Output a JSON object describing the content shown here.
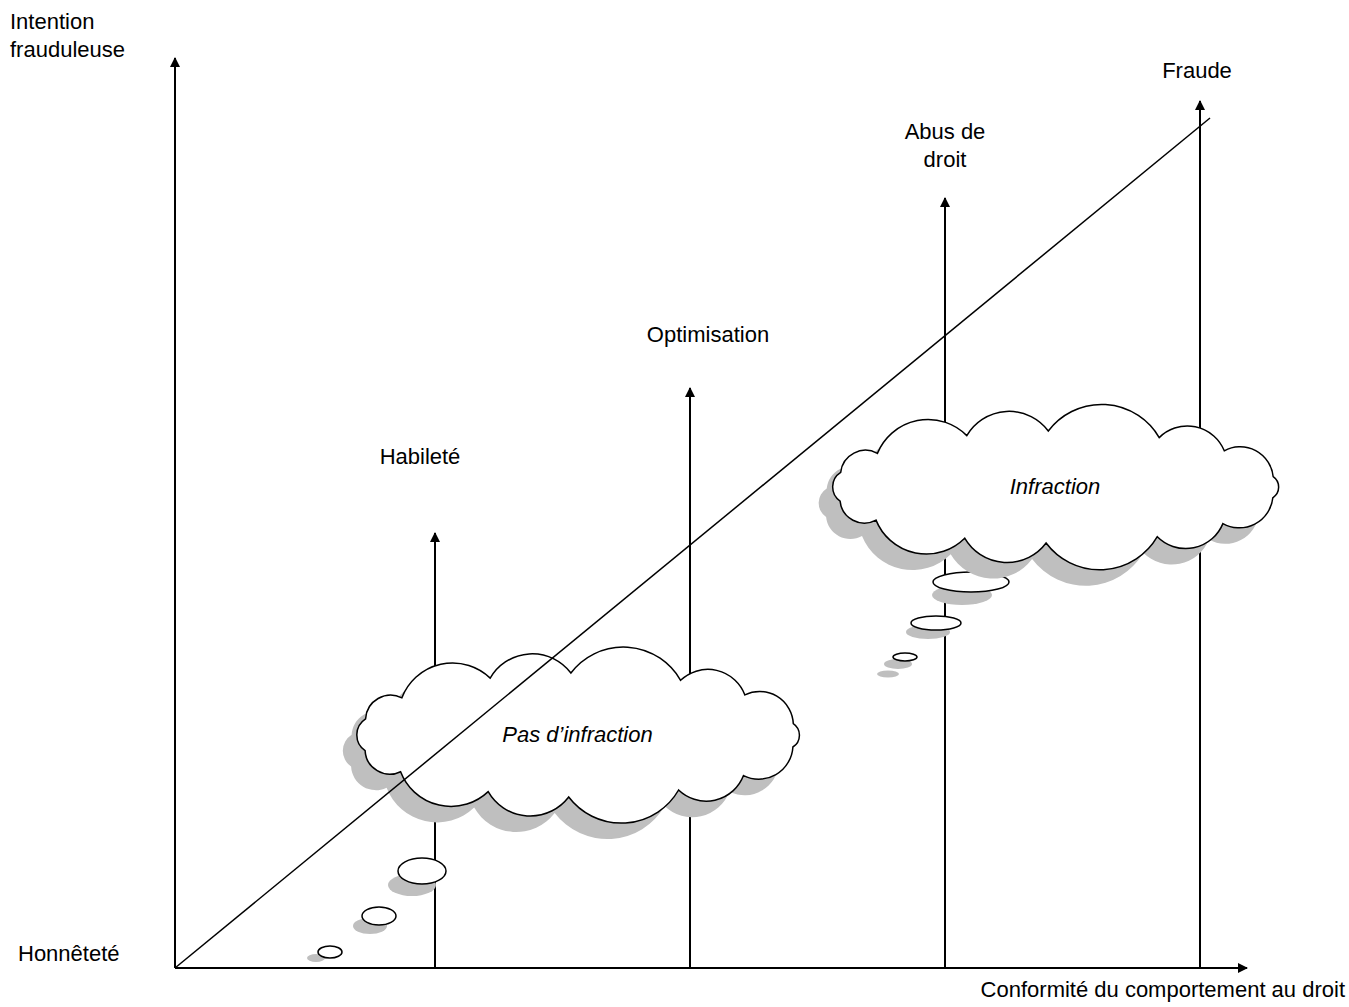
{
  "diagram": {
    "nodes": [
      {
        "text": [
          "Pas d’infraction"
        ]
      },
      {
        "text": [
          "Infraction"
        ]
      }
    ],
    "labels": [
      "Intention frauduleuse",
      "Honnêteté",
      "Conformité du comportement au droit",
      "Habileté",
      "Optimisation",
      "Abus de droit",
      "Fraude"
    ]
  }
}
